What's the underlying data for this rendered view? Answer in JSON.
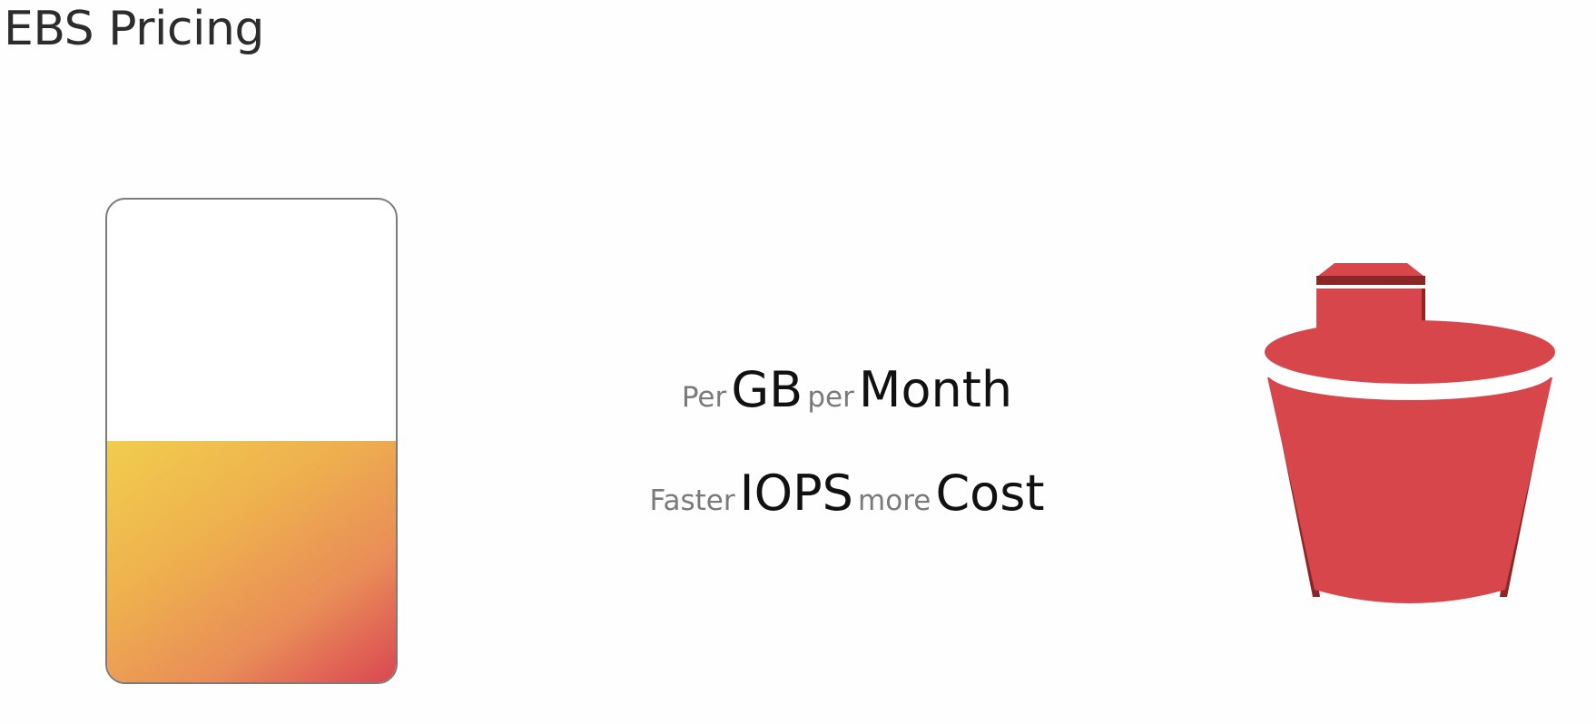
{
  "title": "EBS Pricing",
  "pricing_lines": [
    {
      "words": [
        "Per",
        "GB",
        "per",
        "Month"
      ]
    },
    {
      "words": [
        "Faster",
        "IOPS",
        "more",
        "Cost"
      ]
    }
  ],
  "volume_fill_level": 0.5,
  "icons": {
    "volume": "ebs-volume-fill-icon",
    "bucket": "storage-bucket-icon"
  },
  "colors": {
    "bucket_red": "#d6464a",
    "bucket_dark": "#8a2626",
    "fill_top": "#f1cd4d",
    "fill_bottom": "#da4652"
  }
}
